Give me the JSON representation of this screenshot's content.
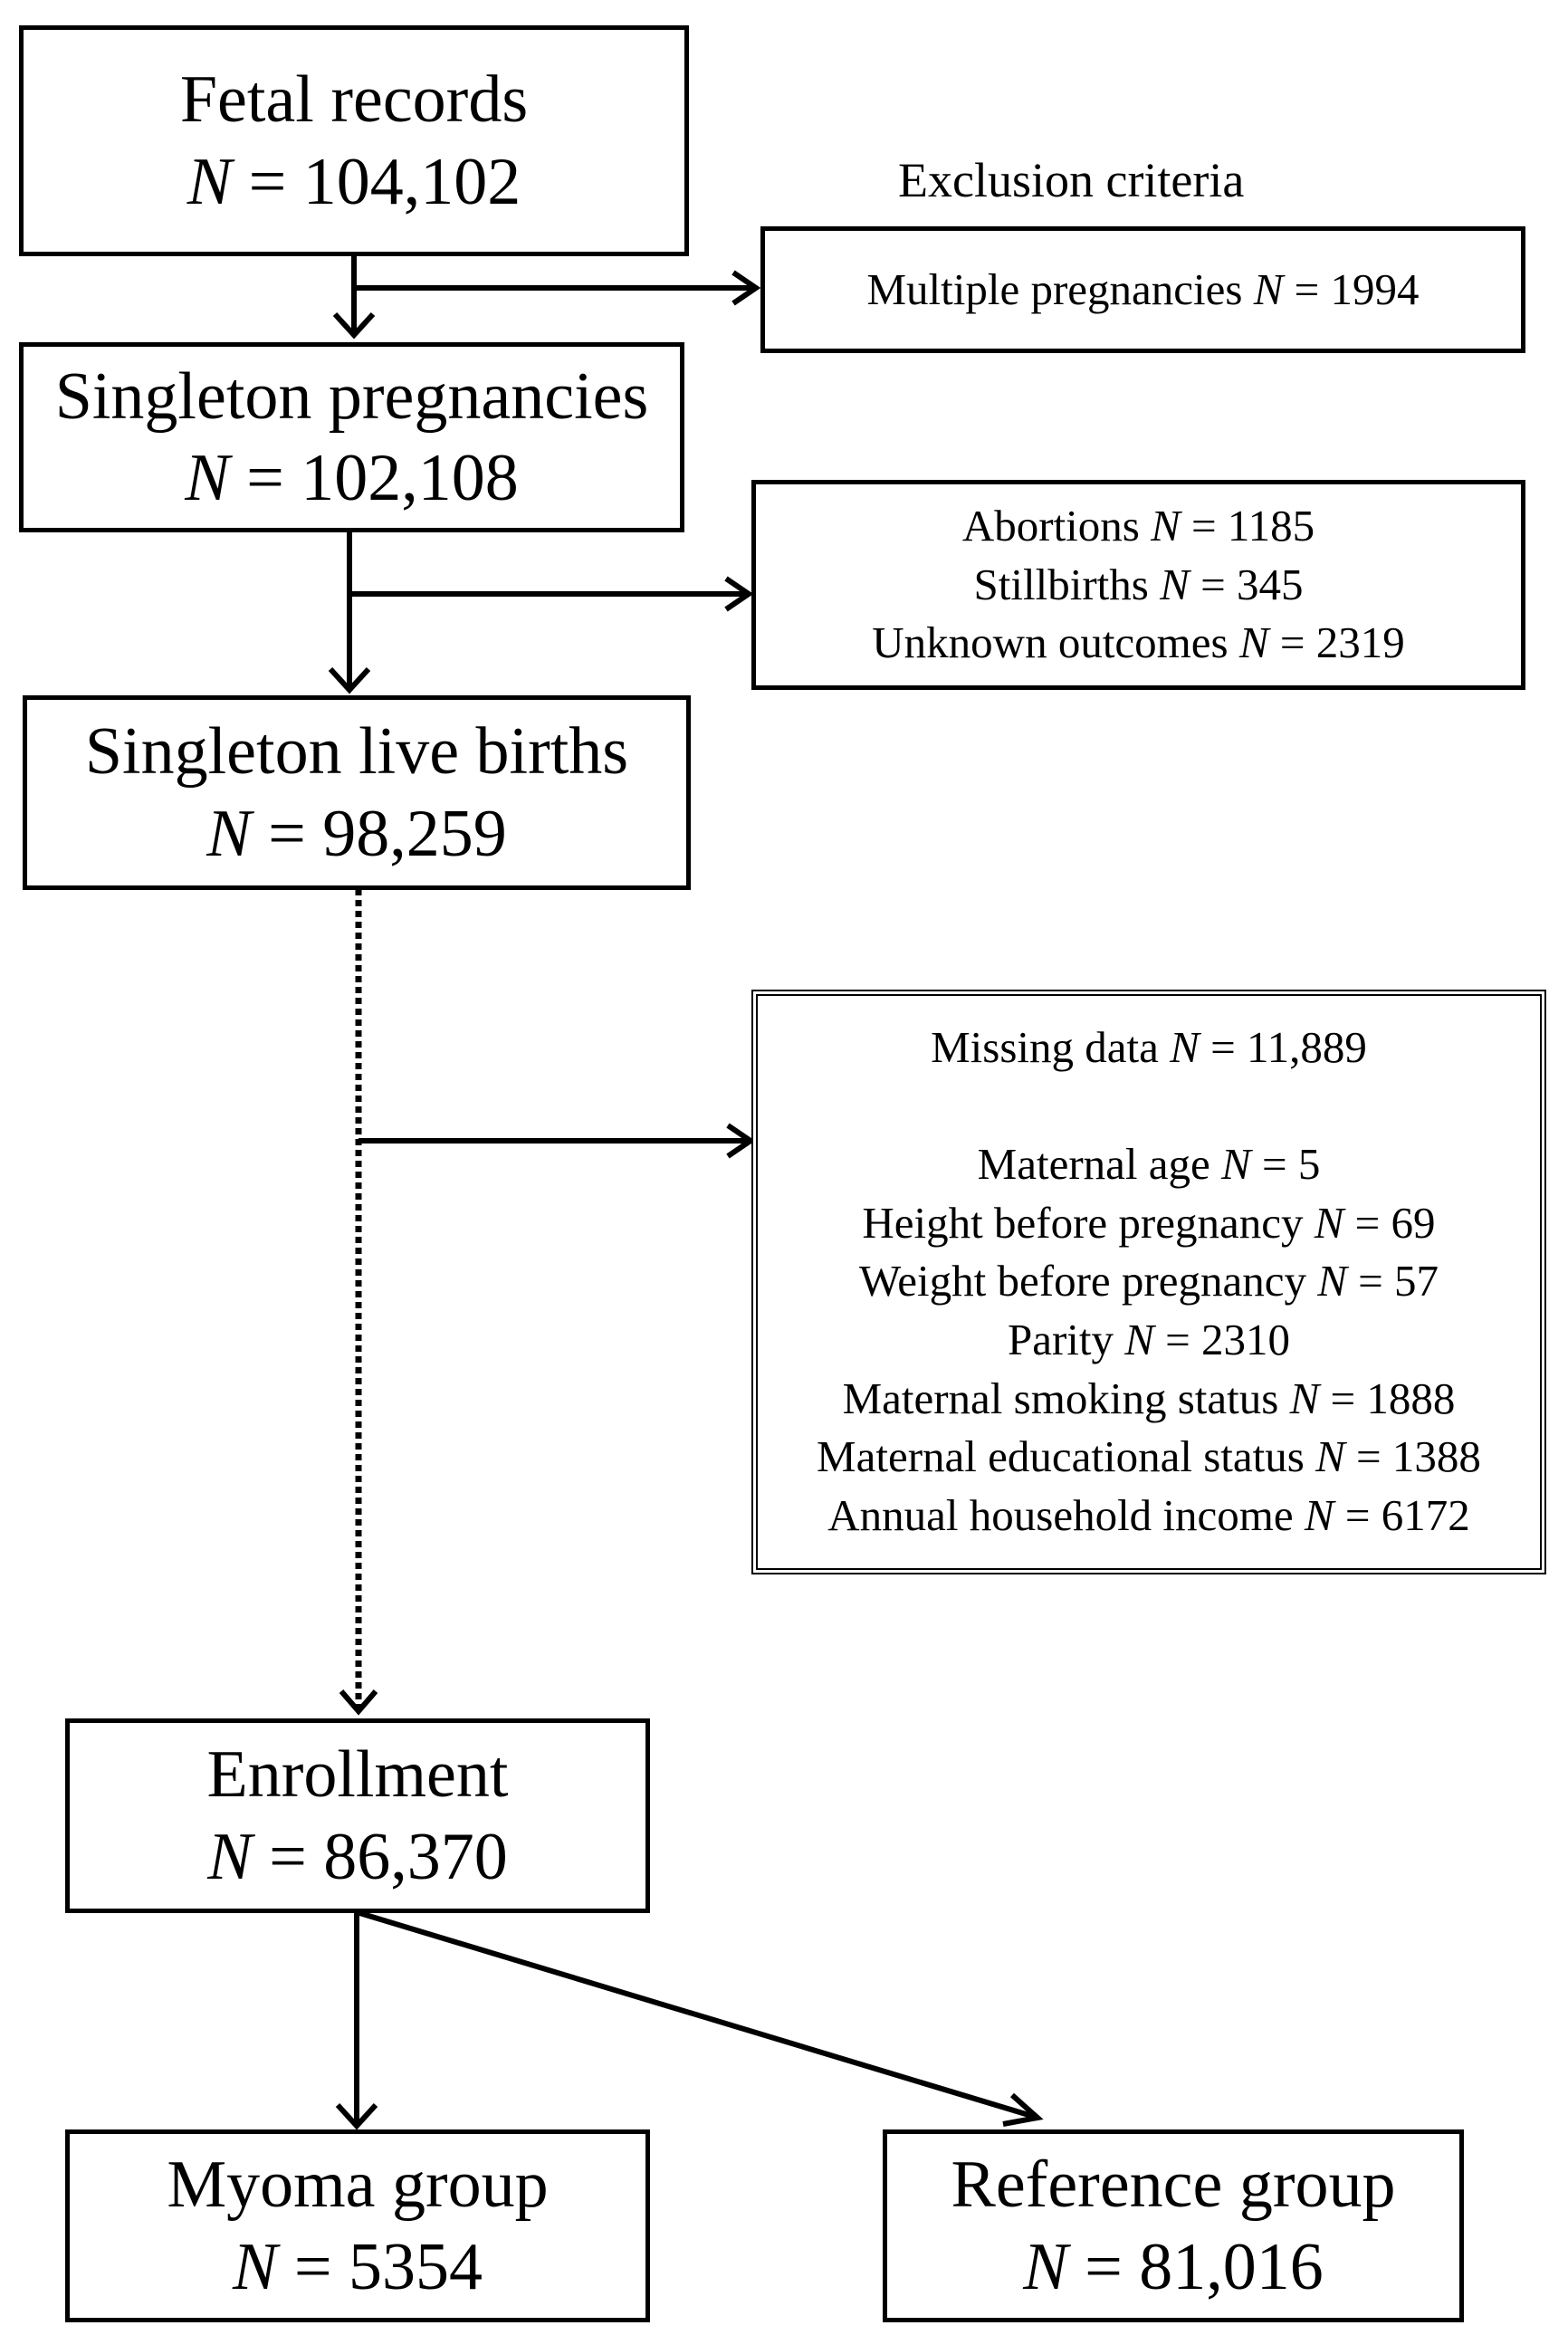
{
  "exclusion_heading": "Exclusion criteria",
  "n_symbol": "N",
  "main_boxes": {
    "fetal": {
      "title": "Fetal records",
      "value": "= 104,102"
    },
    "singleton_preg": {
      "title": "Singleton pregnancies",
      "value": "= 102,108"
    },
    "live_births": {
      "title": "Singleton live births",
      "value": "= 98,259"
    },
    "enrollment": {
      "title": "Enrollment",
      "value": "= 86,370"
    },
    "myoma": {
      "title": "Myoma group",
      "value": "= 5354"
    },
    "reference": {
      "title": "Reference group",
      "value": "= 81,016"
    }
  },
  "exclusions": {
    "multiple": {
      "label": "Multiple pregnancies",
      "value": "= 1994"
    },
    "outcomes": [
      {
        "label": "Abortions",
        "value": "= 1185"
      },
      {
        "label": "Stillbirths",
        "value": "= 345"
      },
      {
        "label": "Unknown outcomes",
        "value": "= 2319"
      }
    ],
    "missing": {
      "header": {
        "label": "Missing data",
        "value": "= 11,889"
      },
      "items": [
        {
          "label": "Maternal age",
          "value": "= 5"
        },
        {
          "label": "Height before pregnancy",
          "value": "= 69"
        },
        {
          "label": "Weight before pregnancy",
          "value": "= 57"
        },
        {
          "label": "Parity",
          "value": "= 2310"
        },
        {
          "label": "Maternal smoking status",
          "value": "= 1888"
        },
        {
          "label": "Maternal educational status",
          "value": "= 1388"
        },
        {
          "label": "Annual household income",
          "value": "= 6172"
        }
      ]
    }
  }
}
